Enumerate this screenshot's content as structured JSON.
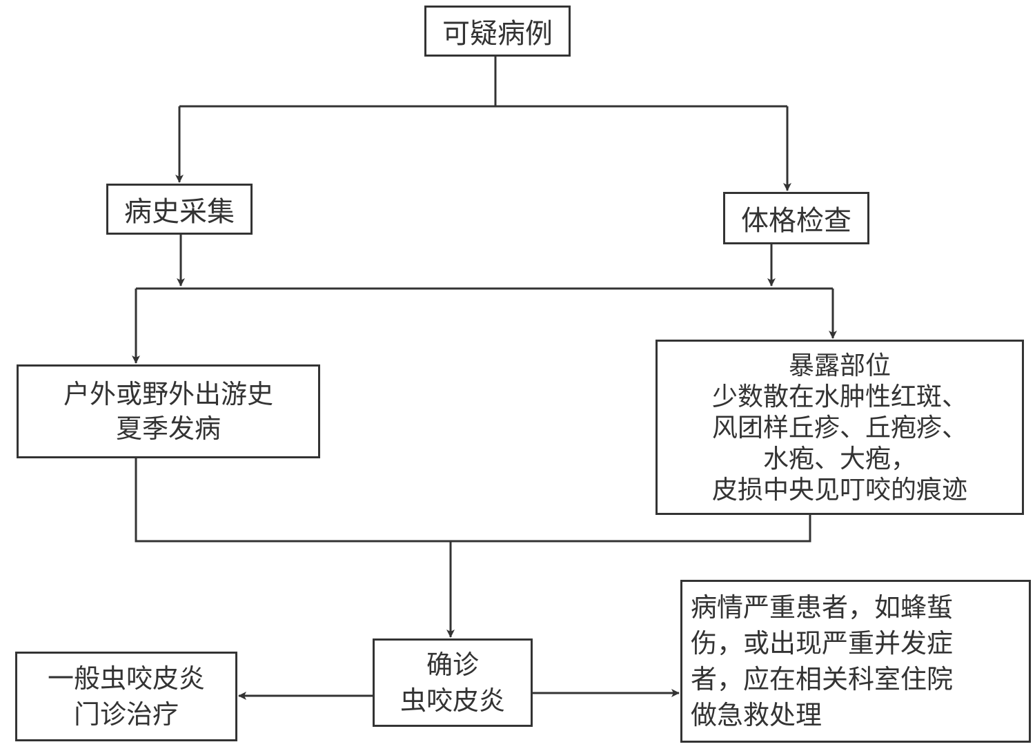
{
  "nodes": {
    "suspected": {
      "lines": [
        "可疑病例"
      ]
    },
    "history": {
      "lines": [
        "病史采集"
      ]
    },
    "exam": {
      "lines": [
        "体格检查"
      ]
    },
    "outdoor": {
      "lines": [
        "户外或野外出游史",
        "夏季发病"
      ]
    },
    "lesion": {
      "lines": [
        "暴露部位",
        "少数散在水肿性红斑、",
        "风团样丘疹、丘疱疹、",
        "水疱、大疱，",
        "皮损中央见叮咬的痕迹"
      ]
    },
    "diagnosis": {
      "lines": [
        "确诊",
        "虫咬皮炎"
      ]
    },
    "general": {
      "lines": [
        "一般虫咬皮炎",
        "门诊治疗"
      ]
    },
    "severe": {
      "lines": [
        "病情严重患者，如蜂蜇",
        "伤，或出现严重并发症",
        "者，应在相关科室住院",
        "做急救处理"
      ]
    }
  },
  "colors": {
    "stroke": "#333333",
    "background": "#ffffff"
  }
}
